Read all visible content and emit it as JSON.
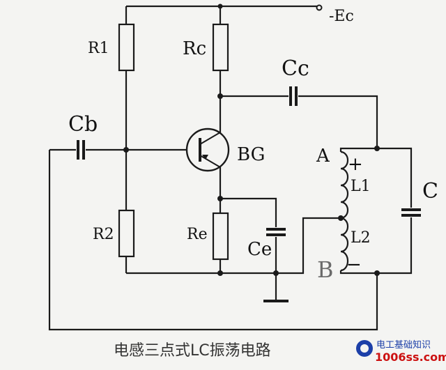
{
  "diagram": {
    "supply_label": "-Ec",
    "components": {
      "r1": "R1",
      "rc": "Rc",
      "r2": "R2",
      "re": "Re",
      "cb": "Cb",
      "cc": "Cc",
      "ce": "Ce",
      "c": "C",
      "bg": "BG",
      "l1": "L1",
      "l2": "L2"
    },
    "taps": {
      "a": "A",
      "b": "B",
      "plus": "+",
      "minus": "−"
    },
    "caption": "电感三点式LC振荡电路"
  },
  "watermark": {
    "site": "电工基础知识",
    "url": "1006ss.com"
  },
  "colors": {
    "ink": "#1a1a1a",
    "background": "#f4f4f2",
    "watermark_blue": "#1c3fa8",
    "watermark_red": "#cc1111"
  }
}
